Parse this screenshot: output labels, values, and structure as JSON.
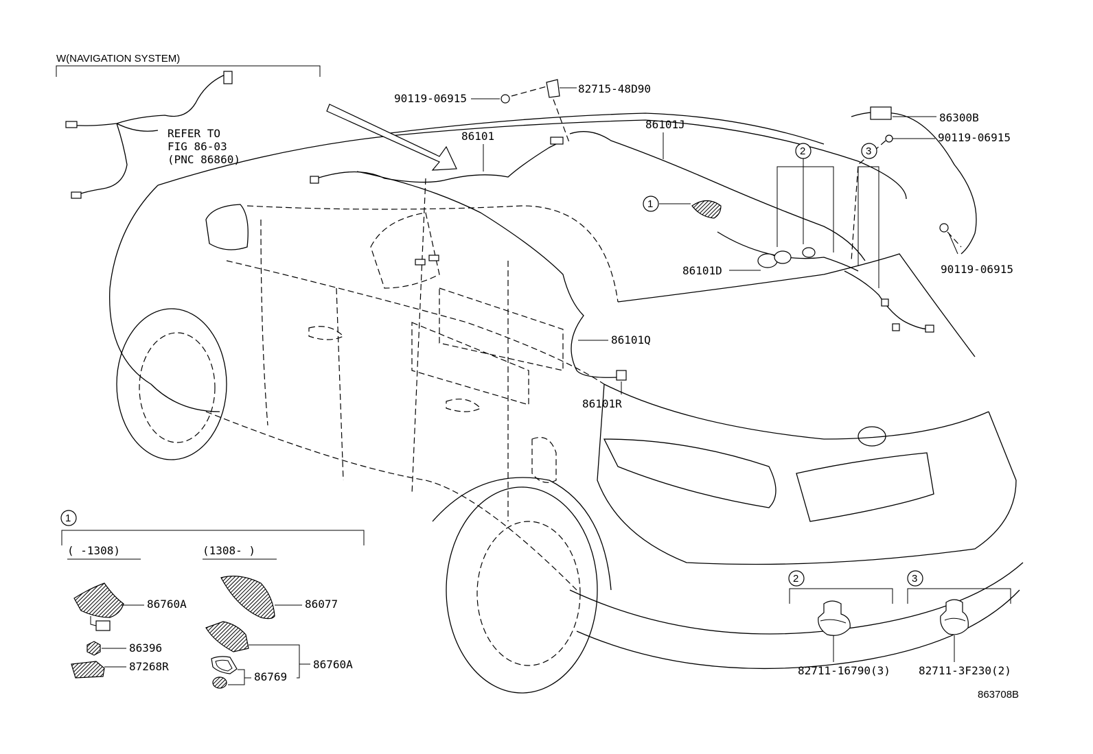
{
  "nav_box": {
    "title": "W(NAVIGATION SYSTEM)",
    "refer_line1": "REFER TO",
    "refer_line2": "FIG 86-03",
    "refer_line3": "(PNC 86860)"
  },
  "parts": {
    "p90119_top": "90119-06915",
    "p82715": "82715-48D90",
    "p86101": "86101",
    "p86101J": "86101J",
    "p86300B": "86300B",
    "p90119_right_top": "90119-06915",
    "p90119_right_bottom": "90119-06915",
    "p86101D": "86101D",
    "p86101Q": "86101Q",
    "p86101R": "86101R"
  },
  "callouts": {
    "c1": "1",
    "c2": "2",
    "c3": "3"
  },
  "detail1": {
    "num": "1",
    "range_left": "(      -1308)",
    "range_right": "(1308-      )",
    "p86760A_left": "86760A",
    "p86396": "86396",
    "p87268R": "87268R",
    "p86077": "86077",
    "p86769": "86769",
    "p86760A_right": "86760A"
  },
  "detail2": {
    "num": "2",
    "part": "82711-16790(3)"
  },
  "detail3": {
    "num": "3",
    "part": "82711-3F230(2)"
  },
  "figure_code": "863708B"
}
